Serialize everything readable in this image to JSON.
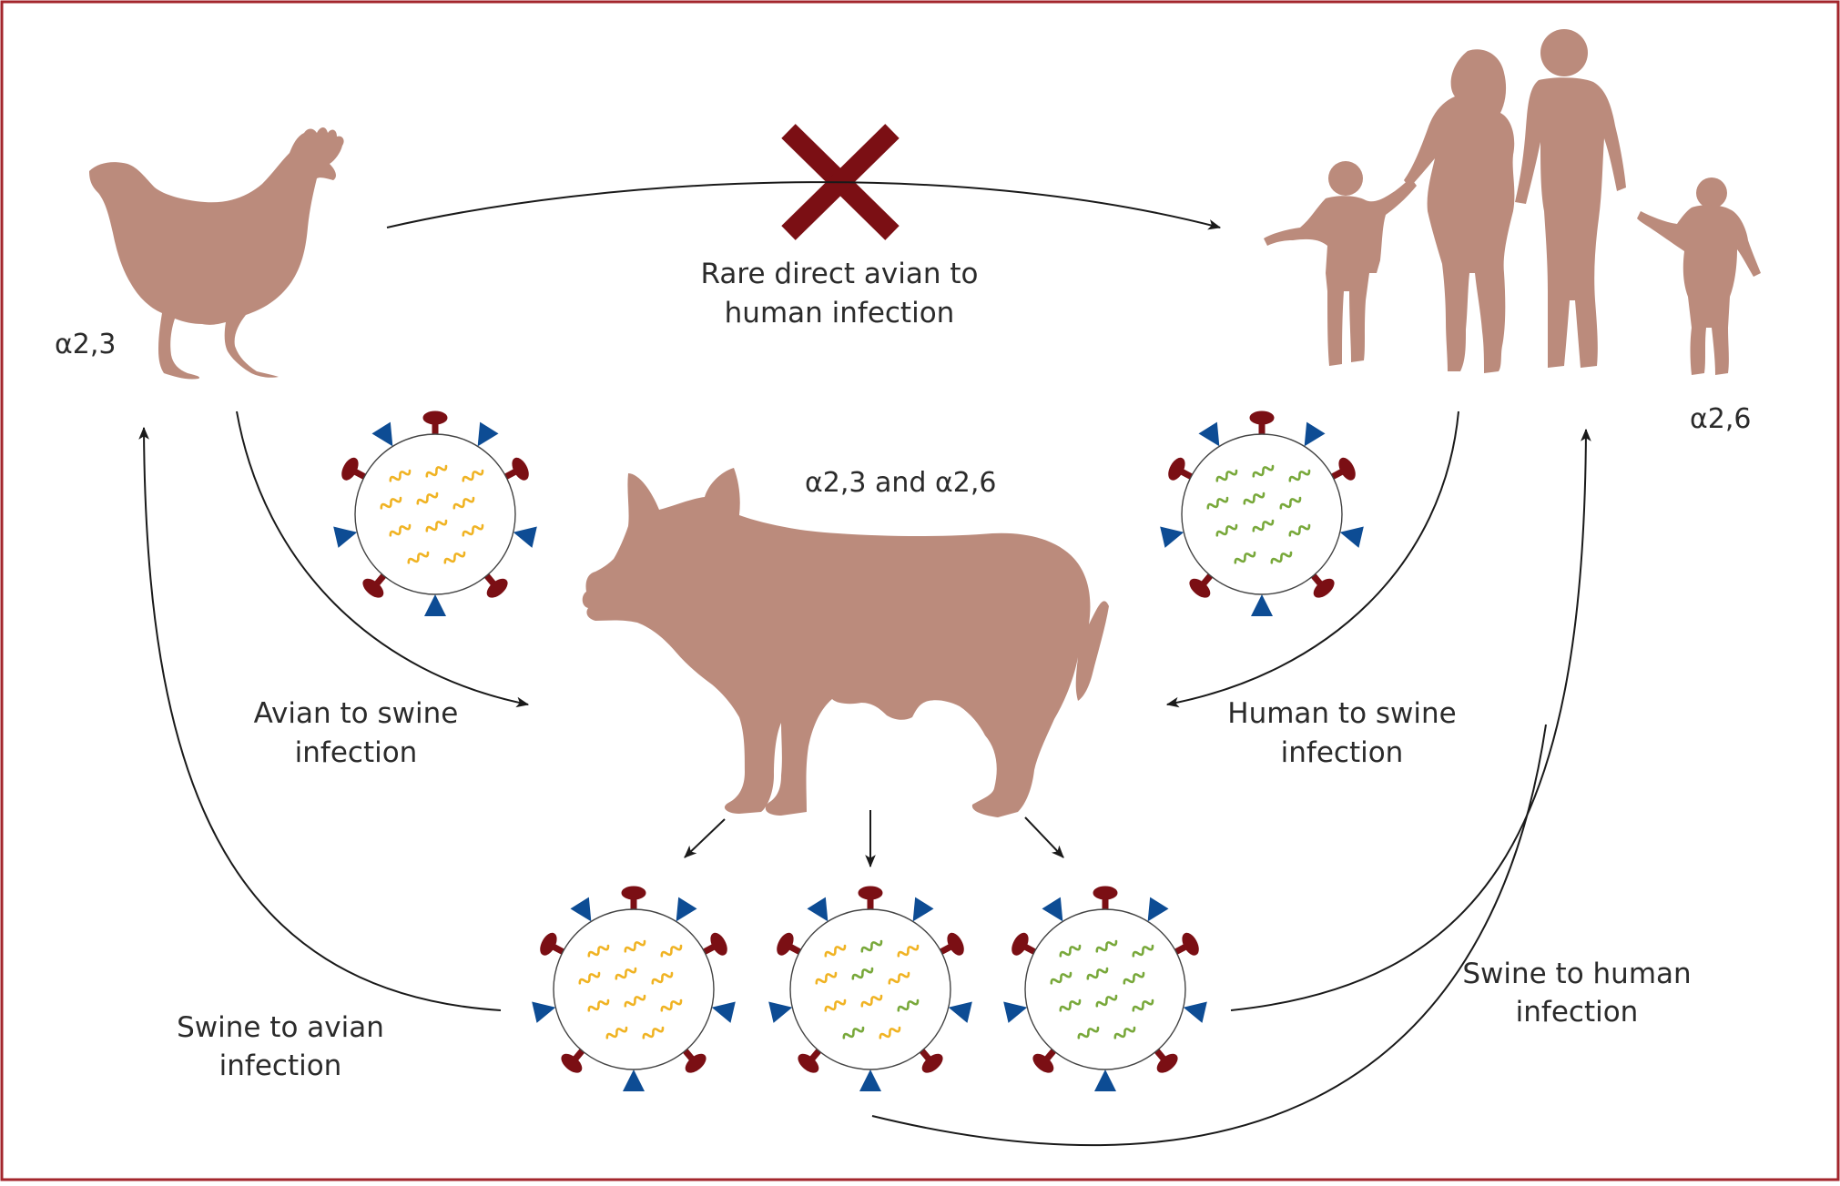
{
  "labels": {
    "rare_direct": [
      "Rare direct avian to",
      "human infection"
    ],
    "avian_to_swine": [
      "Avian to swine",
      "infection"
    ],
    "human_to_swine": [
      "Human to swine",
      "infection"
    ],
    "swine_to_avian": [
      "Swine to avian",
      "infection"
    ],
    "swine_to_human": [
      "Swine to human",
      "infection"
    ],
    "chicken_receptor": "α2,3",
    "human_receptor": "α2,6",
    "pig_receptor": "α2,3 and α2,6"
  },
  "colors": {
    "silhouette": "#bb8b7c",
    "border": "#a3262c",
    "arrow": "#1a1a1a",
    "cross": "#7b0f14",
    "hemagglutinin_spike": "#7b0f14",
    "neuraminidase_spike": "#0d4c94",
    "avian_rna": "#f0b323",
    "human_rna": "#78a83a"
  },
  "icons": {
    "chicken": "chicken-silhouette-icon",
    "family": "human-family-silhouette-icon",
    "pig": "pig-silhouette-icon",
    "virus": "influenza-virus-icon",
    "cross": "blocked-cross-icon"
  }
}
